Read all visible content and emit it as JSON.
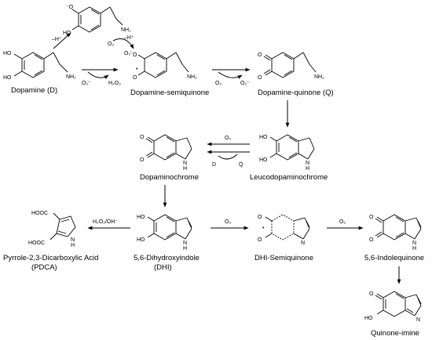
{
  "labels": {
    "dopamine": "Dopamine (D)",
    "semiquinone": "Dopamine-semiquinone",
    "quinone": "Dopamine-quinone (Q)",
    "leuco": "Leucodopaminochrome",
    "chrome": "Dopaminochrome",
    "dhi_1": "5,6-Dihydroxyindole",
    "dhi_2": "(DHI)",
    "dhi_semi": "DHI-Semiquinone",
    "indolequinone": "5,6-Indolequinone",
    "imine": "Quinone-imine",
    "pdca_1": "Pyrrole-2,3-Dicarboxylic Acid",
    "pdca_2": "(PDCA)"
  },
  "reagents": {
    "minus_h": "–H⁺",
    "minus_h2": "–H⁺",
    "o2_sup1": "O₂̇⁻",
    "h2o2_1": "H₂O₂",
    "o2_down": "O₂̇⁻",
    "o2_a": "O₂",
    "o2_b": "O₂̇⁻",
    "o2_c": "O₂",
    "d": "D",
    "q": "Q",
    "h2o2_oh": "H₂O₂/OH⁻",
    "o2_d": "O₂",
    "o2_e": "O₂"
  },
  "atoms": {
    "ho": "HO",
    "o": "O",
    "o_minus": "⁻O",
    "nh2": "NH₂",
    "nh": "N",
    "h": "H",
    "hooc": "HOOC",
    "rad": "•"
  }
}
